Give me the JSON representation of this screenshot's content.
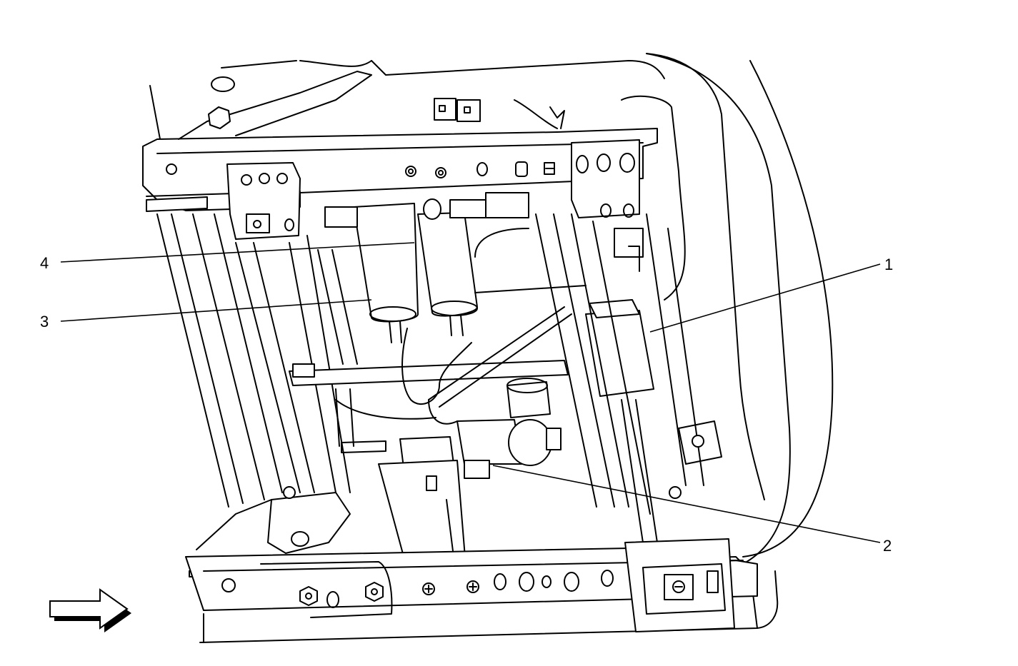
{
  "callouts": [
    {
      "id": "1",
      "label": "1"
    },
    {
      "id": "2",
      "label": "2"
    },
    {
      "id": "3",
      "label": "3"
    },
    {
      "id": "4",
      "label": "4"
    }
  ],
  "icons": {
    "direction_arrow": "arrow-right-icon"
  },
  "colors": {
    "line": "#000000",
    "background": "#ffffff"
  }
}
